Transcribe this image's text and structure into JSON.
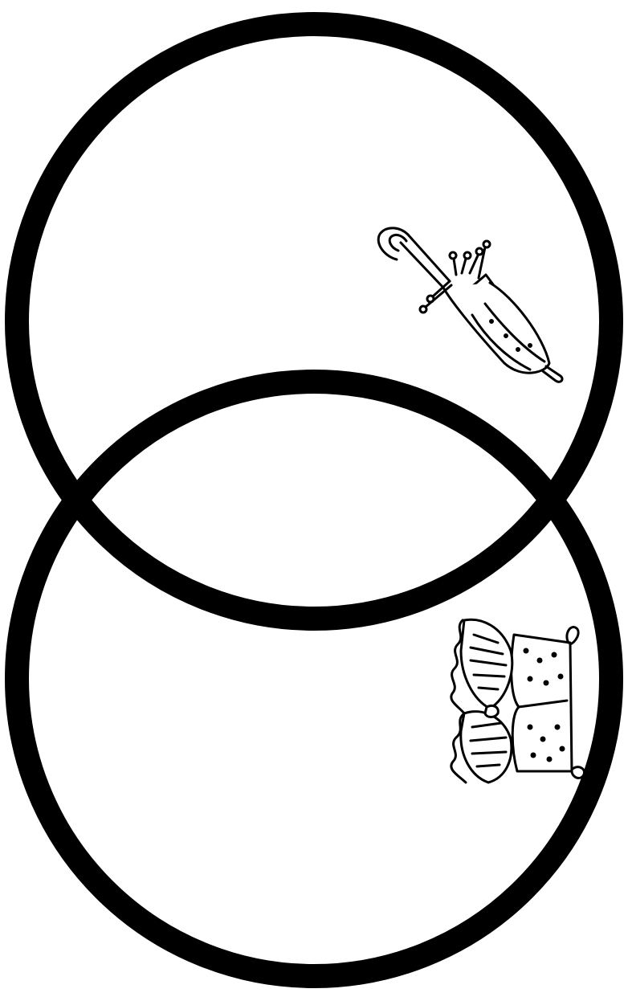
{
  "diagram": {
    "type": "venn",
    "circle_count": 2,
    "stroke_color": "#000000",
    "background_color": "#ffffff",
    "icons": [
      {
        "name": "umbrella-icon",
        "region": "top-circle"
      },
      {
        "name": "bikini-icon",
        "region": "bottom-circle"
      }
    ]
  }
}
